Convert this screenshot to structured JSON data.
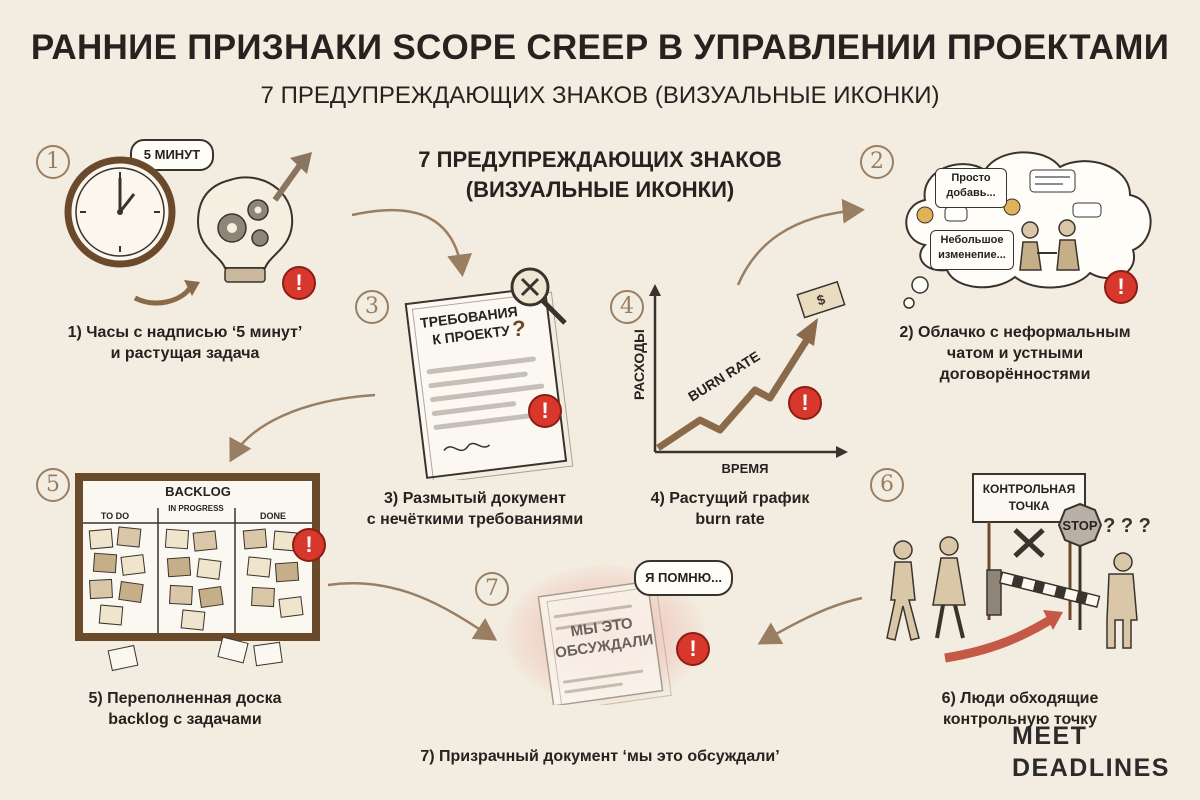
{
  "header": {
    "title": "РАННИЕ ПРИЗНАКИ SCOPE CREEP В УПРАВЛЕНИИ ПРОЕКТАМИ",
    "subtitle": "7 ПРЕДУПРЕЖДАЮЩИХ ЗНАКОВ (ВИЗУАЛЬНЫЕ ИКОНКИ)",
    "inner_title_line1": "7 ПРЕДУПРЕЖДАЮЩИХ ЗНАКОВ",
    "inner_title_line2": "(ВИЗУАЛЬНЫЕ ИКОНКИ)"
  },
  "alert_glyph": "!",
  "signs": [
    {
      "number": "1",
      "caption_line1": "1) Часы с надписью ‘5 минут’",
      "caption_line2": "и растущая задача",
      "bubble": "5 МИНУТ"
    },
    {
      "number": "2",
      "caption_line1": "2) Облачко с неформальным",
      "caption_line2": "чатом и устными",
      "caption_line3": "договорённостями",
      "chat_1_line1": "Просто",
      "chat_1_line2": "добавь...",
      "chat_2_line1": "Небольшое",
      "chat_2_line2": "изменепие..."
    },
    {
      "number": "3",
      "caption_line1": "3) Размытый документ",
      "caption_line2": "с нечёткими требованиями",
      "doc_title_line1": "ТРЕБОВАНИЯ",
      "doc_title_line2": "К ПРОЕКТУ",
      "doc_mark": "?"
    },
    {
      "number": "4",
      "caption_line1": "4) Растущий график",
      "caption_line2": "burn rate",
      "y_axis_label": "РАСХОДЫ",
      "x_axis_label": "ВРЕМЯ",
      "line_label": "BURN RATE",
      "money_glyph": "$"
    },
    {
      "number": "5",
      "caption_line1": "5) Переполненная доска",
      "caption_line2": "backlog с задачами",
      "board_title": "BACKLOG",
      "col_todo": "TO DO",
      "col_in_progress": "IN PROGRESS",
      "col_done": "DONE"
    },
    {
      "number": "6",
      "caption_line1": "6) Люди обходящие",
      "caption_line2": "контрольную точку",
      "sign_line1": "КОНТРОЛЬНАЯ",
      "sign_line2": "ТОЧКА",
      "stop_label": "STOP",
      "confusion": "? ? ?"
    },
    {
      "number": "7",
      "caption": "7) Призрачный документ ‘мы это обсуждали’",
      "bubble": "Я ПОМНЮ...",
      "doc_line1": "МЫ ЭТО",
      "doc_line2": "ОБСУЖДАЛИ"
    }
  ],
  "logo": {
    "line1": "MEET",
    "line2": "DEADLINES"
  },
  "colors": {
    "background": "#f3ede1",
    "alert": "#d8372b",
    "arrow": "#9a7e62",
    "ink": "#262220"
  }
}
